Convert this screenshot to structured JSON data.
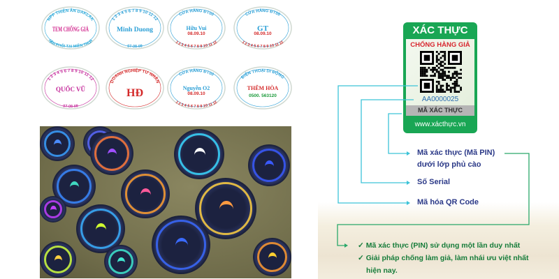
{
  "stamps": [
    {
      "top": "NPP THIÊN ÂN DAKLAK",
      "center": "TEM CHỐNG GIẢ",
      "sub": "",
      "bottom": "PHÂN PHỐI TẠI MIỀN TRUNG",
      "ring": "#2aa8d8",
      "center_color": "#d0218a"
    },
    {
      "top": "1 2 3 4 5 6 7 8 9 10 11 12",
      "center": "Minh Duong",
      "sub": "",
      "bottom": "07-08-09",
      "ring": "#2a9fd6",
      "center_color": "#2a9fd6"
    },
    {
      "top": "CỬA HÀNG ĐT00",
      "center": "Hữu Vui",
      "sub": "08.09.10",
      "bottom": "1 2 3 4 5 6 7 8 9 10 11 12",
      "ring": "#2a9fd6",
      "center_color": "#2a9fd6"
    },
    {
      "top": "CỬA HÀNG ĐT00",
      "center": "GT",
      "sub": "08.09.10",
      "bottom": "1 2 3 4 5 6 7 8 9 10 11 12",
      "ring": "#2a9fd6",
      "center_color": "#2a9fd6"
    },
    {
      "top": "1 2 3 4 5 6 7 8 9 10 11 12",
      "center": "QUỐC VŨ",
      "sub": "",
      "bottom": "07-08-09",
      "ring": "#c42a9a",
      "center_color": "#c42a9a"
    },
    {
      "top": "DOANH NGHIỆP TƯ NHÂN",
      "center": "HĐ",
      "sub": "",
      "bottom": "",
      "ring": "#d42a2a",
      "center_color": "#d42a2a"
    },
    {
      "top": "CỬA HÀNG ĐT00",
      "center": "Nguyễn O2",
      "sub": "08.09.10",
      "bottom": "1 2 3 4 5 6 7 8 9 10 11 12",
      "ring": "#2a9fd6",
      "center_color": "#2a9fd6"
    },
    {
      "top": "ĐIỆN THOẠI DI ĐỘNG",
      "center": "THÊM HÒA",
      "sub": "0500. 563120",
      "bottom": "",
      "ring": "#2a9fd6",
      "center_color": "#d42a2a"
    }
  ],
  "card": {
    "title": "XÁC THỰC",
    "subtitle": "CHỐNG HÀNG GIẢ",
    "serial": "AA0000025",
    "pin_label": "MÃ XÁC THỰC",
    "url": "www.xácthực.vn"
  },
  "labels": {
    "pin_line1": "Mã xác thực (Mã PIN)",
    "pin_line2": "dưới lớp phủ cào",
    "serial": "Số Serial",
    "qr": "Mã hóa QR Code"
  },
  "bullets": [
    "Mã xác thực (PIN) sử dụng một lần duy nhất",
    "Giải pháp chống làm giả, làm nhái ưu việt nhất",
    "hiện nay."
  ],
  "colors": {
    "green": "#19a654",
    "line_cyan": "#3cc3d8",
    "line_green": "#2aa86a",
    "label_blue": "#2c3a88"
  }
}
